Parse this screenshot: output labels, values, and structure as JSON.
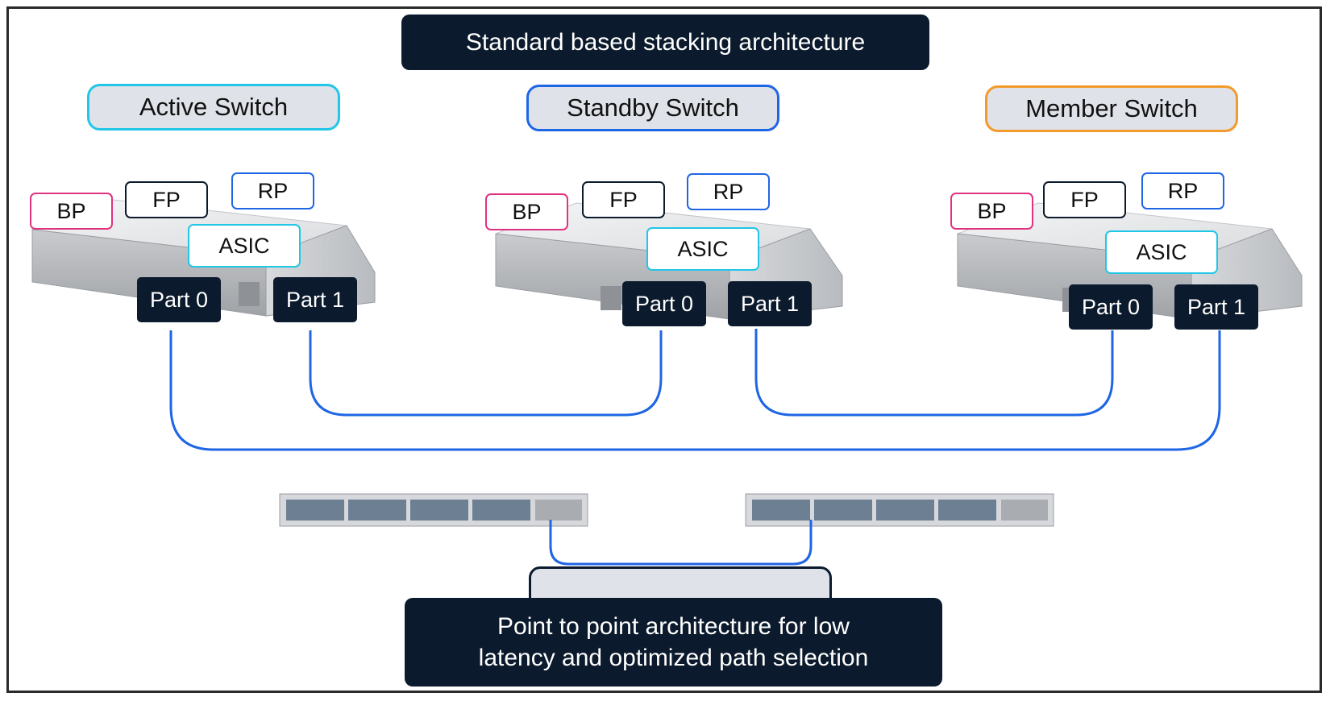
{
  "title": "Standard based stacking architecture",
  "switches": [
    {
      "role": "Active Switch",
      "border": "#22c6e6",
      "bp": "BP",
      "fp": "FP",
      "rp": "RP",
      "asic": "ASIC",
      "port0": "Part 0",
      "port1": "Part 1"
    },
    {
      "role": "Standby Switch",
      "border": "#1f66e5",
      "bp": "BP",
      "fp": "FP",
      "rp": "RP",
      "asic": "ASIC",
      "port0": "Part 0",
      "port1": "Part 1"
    },
    {
      "role": "Member Switch",
      "border": "#f39a2b",
      "bp": "BP",
      "fp": "FP",
      "rp": "RP",
      "asic": "ASIC",
      "port0": "Part 0",
      "port1": "Part 1"
    }
  ],
  "colors": {
    "bp": "#e0337f",
    "fp": "#0b1a2c",
    "rp": "#1f66e5",
    "asic": "#22c6e6",
    "link": "#1f66e5",
    "dark": "#0b1a2c"
  },
  "footer": {
    "line1": "Point to point architecture for low",
    "line2": "latency and optimized path selection"
  }
}
